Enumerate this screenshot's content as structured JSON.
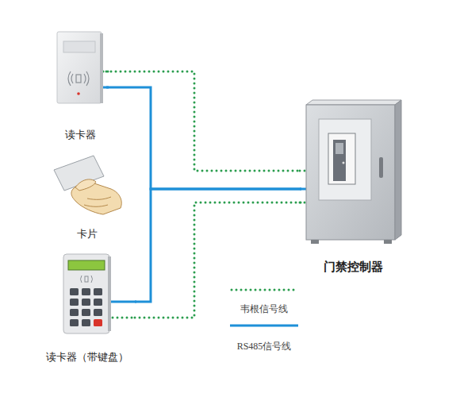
{
  "diagram": {
    "nodes": [
      {
        "text": [
          "读卡器"
        ]
      },
      {
        "text": [
          "卡片"
        ]
      },
      {
        "text": [
          "读卡器（带键盘）"
        ]
      },
      {
        "text": [
          "门禁控制器"
        ]
      }
    ],
    "edges": [
      {
        "from": 0,
        "to": 3,
        "arrow": "none"
      },
      {
        "from": 0,
        "to": 3,
        "arrow": "none"
      },
      {
        "from": 2,
        "to": 3,
        "arrow": "none"
      },
      {
        "from": 2,
        "to": 3,
        "arrow": "none"
      }
    ],
    "legend": [
      {
        "text": "韦根信号线"
      },
      {
        "text": "RS485信号线"
      }
    ]
  }
}
